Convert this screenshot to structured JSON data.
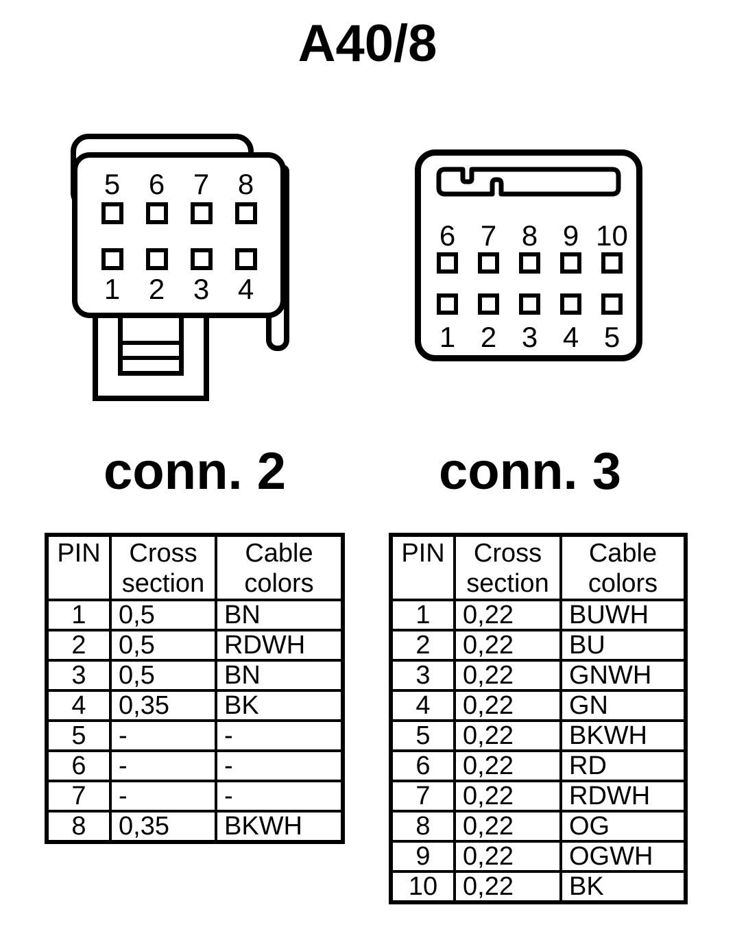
{
  "page": {
    "title": "A40/8"
  },
  "colors": {
    "line": "#000000",
    "background": "#ffffff"
  },
  "connectors": {
    "left": {
      "caption": "conn. 2",
      "top_pin_labels": [
        "5",
        "6",
        "7",
        "8"
      ],
      "bottom_pin_labels": [
        "1",
        "2",
        "3",
        "4"
      ]
    },
    "right": {
      "caption": "conn. 3",
      "top_pin_labels": [
        "6",
        "7",
        "8",
        "9",
        "10"
      ],
      "bottom_pin_labels": [
        "1",
        "2",
        "3",
        "4",
        "5"
      ]
    }
  },
  "tables": {
    "left": {
      "headers": [
        "PIN",
        "Cross section",
        "Cable colors"
      ],
      "rows": [
        [
          "1",
          "0,5",
          "BN"
        ],
        [
          "2",
          "0,5",
          "RDWH"
        ],
        [
          "3",
          "0,5",
          "BN"
        ],
        [
          "4",
          "0,35",
          "BK"
        ],
        [
          "5",
          "-",
          "-"
        ],
        [
          "6",
          "-",
          "-"
        ],
        [
          "7",
          "-",
          "-"
        ],
        [
          "8",
          "0,35",
          "BKWH"
        ]
      ]
    },
    "right": {
      "headers": [
        "PIN",
        "Cross section",
        "Cable colors"
      ],
      "rows": [
        [
          "1",
          "0,22",
          "BUWH"
        ],
        [
          "2",
          "0,22",
          "BU"
        ],
        [
          "3",
          "0,22",
          "GNWH"
        ],
        [
          "4",
          "0,22",
          "GN"
        ],
        [
          "5",
          "0,22",
          "BKWH"
        ],
        [
          "6",
          "0,22",
          "RD"
        ],
        [
          "7",
          "0,22",
          "RDWH"
        ],
        [
          "8",
          "0,22",
          "OG"
        ],
        [
          "9",
          "0,22",
          "OGWH"
        ],
        [
          "10",
          "0,22",
          "BK"
        ]
      ]
    }
  }
}
